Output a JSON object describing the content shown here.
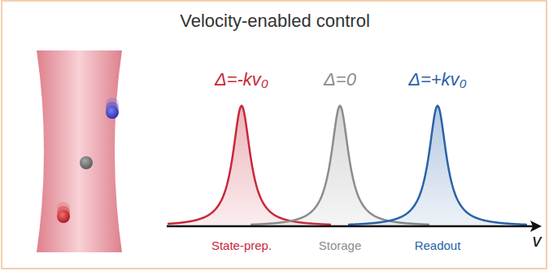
{
  "diagram": {
    "title": "Velocity-enabled control",
    "labels": [
      "Δ=-kv₀",
      "Δ=0",
      "Δ=+kv₀",
      "State-prep.",
      "Storage",
      "Readout",
      "v"
    ]
  }
}
